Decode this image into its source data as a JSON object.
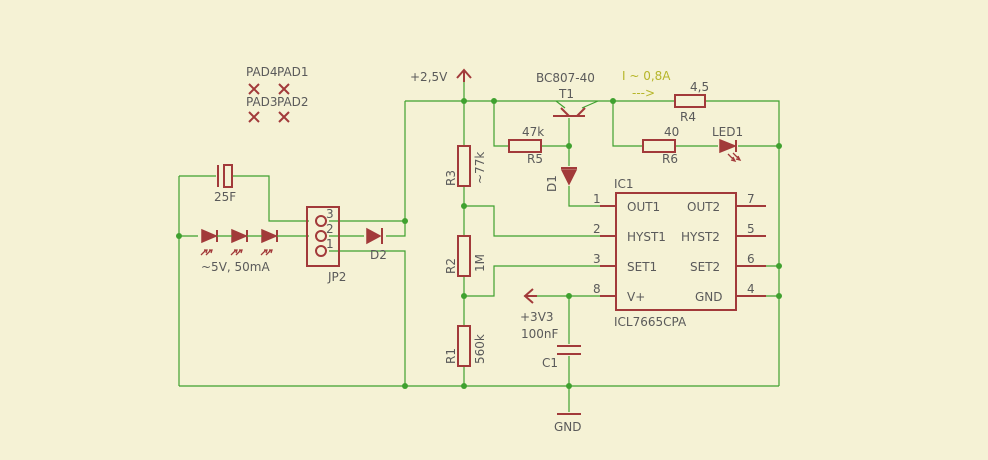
{
  "pads": [
    "PAD4",
    "PAD1",
    "PAD3",
    "PAD2"
  ],
  "power": {
    "vplus": "+2,5V",
    "v33": "+3V3",
    "gnd": "GND"
  },
  "transistor": {
    "ref": "T1",
    "value": "BC807-40"
  },
  "current_note": "I ~ 0,8A",
  "arrow_note": "--->",
  "resistors": {
    "r1": {
      "ref": "R1",
      "value": "560k"
    },
    "r2": {
      "ref": "R2",
      "value": "1M"
    },
    "r3": {
      "ref": "R3",
      "value": "~77k"
    },
    "r4": {
      "ref": "R4",
      "value": "4,5"
    },
    "r5": {
      "ref": "R5",
      "value": "47k"
    },
    "r6": {
      "ref": "R6",
      "value": "40"
    }
  },
  "led1": "LED1",
  "d1": "D1",
  "d2": "D2",
  "capacitors": {
    "c1": {
      "ref": "C1",
      "value": "100nF"
    },
    "cbig": {
      "value": "25F"
    }
  },
  "led_string_label": "~5V, 50mA",
  "connector": {
    "ref": "JP2",
    "pins": [
      "3",
      "2",
      "1"
    ]
  },
  "ic": {
    "ref": "IC1",
    "part": "ICL7665CPA",
    "left_pins": [
      {
        "num": "1",
        "name": "OUT1"
      },
      {
        "num": "2",
        "name": "HYST1"
      },
      {
        "num": "3",
        "name": "SET1"
      },
      {
        "num": "8",
        "name": "V+"
      }
    ],
    "right_pins": [
      {
        "num": "7",
        "name": "OUT2"
      },
      {
        "num": "5",
        "name": "HYST2"
      },
      {
        "num": "6",
        "name": "SET2"
      },
      {
        "num": "4",
        "name": "GND"
      }
    ]
  }
}
